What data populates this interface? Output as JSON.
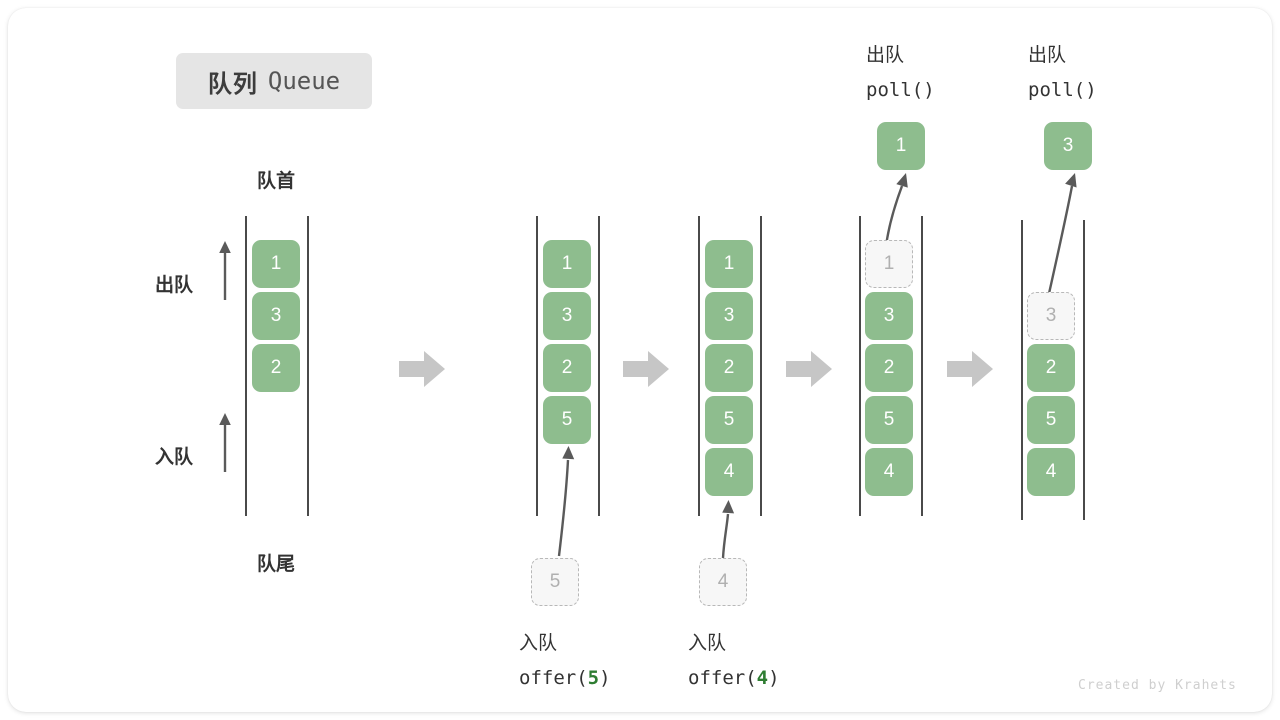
{
  "title": {
    "cn": "队列",
    "en": "Queue"
  },
  "labels": {
    "head": "队首",
    "tail": "队尾",
    "dequeue": "出队",
    "enqueue": "入队"
  },
  "footer": "Created by Krahets",
  "colors": {
    "box_fill": "#8ebd8e",
    "box_text": "#ffffff",
    "ghost_fill": "#f7f7f7",
    "ghost_border": "#b8b8b8",
    "ghost_text": "#b0b0b0",
    "rail": "#4a4a4a",
    "arrow": "#5a5a5a",
    "block_arrow": "#c6c6c6",
    "badge_bg": "#e5e5e5",
    "accent_green": "#2e7d32"
  },
  "steps": [
    {
      "id": "initial",
      "items": [
        "1",
        "3",
        "2"
      ],
      "ghost_index": -1,
      "popped": null,
      "op_cn": null,
      "op_code": null,
      "incoming": null
    },
    {
      "id": "offer-5",
      "items": [
        "1",
        "3",
        "2",
        "5"
      ],
      "ghost_index": -1,
      "popped": null,
      "op_cn": "入队",
      "op_code_prefix": "offer(",
      "op_code_value": "5",
      "op_code_suffix": ")",
      "incoming": "5"
    },
    {
      "id": "offer-4",
      "items": [
        "1",
        "3",
        "2",
        "5",
        "4"
      ],
      "ghost_index": -1,
      "popped": null,
      "op_cn": "入队",
      "op_code_prefix": "offer(",
      "op_code_value": "4",
      "op_code_suffix": ")",
      "incoming": "4"
    },
    {
      "id": "poll-1",
      "items": [
        "1",
        "3",
        "2",
        "5",
        "4"
      ],
      "ghost_index": 0,
      "popped": "1",
      "op_cn": "出队",
      "op_code_prefix": "poll(",
      "op_code_value": "",
      "op_code_suffix": ")",
      "incoming": null
    },
    {
      "id": "poll-3",
      "items": [
        "3",
        "2",
        "5",
        "4"
      ],
      "ghost_index": 0,
      "popped": "3",
      "op_cn": "出队",
      "op_code_prefix": "poll(",
      "op_code_value": "",
      "op_code_suffix": ")",
      "incoming": null
    }
  ],
  "columns": {
    "col1": {
      "items": [
        "1",
        "3",
        "2"
      ]
    },
    "col2": {
      "items": [
        "1",
        "3",
        "2",
        "5"
      ],
      "incoming": "5",
      "op_cn": "入队",
      "op_code": "offer(5)"
    },
    "col3": {
      "items": [
        "1",
        "3",
        "2",
        "5",
        "4"
      ],
      "incoming": "4",
      "op_cn": "入队",
      "op_code": "offer(4)"
    },
    "col4": {
      "ghost": "1",
      "items": [
        "3",
        "2",
        "5",
        "4"
      ],
      "popped": "1",
      "op_cn": "出队",
      "op_code": "poll()"
    },
    "col5": {
      "ghost": "3",
      "items": [
        "2",
        "5",
        "4"
      ],
      "popped": "3",
      "op_cn": "出队",
      "op_code": "poll()"
    }
  }
}
